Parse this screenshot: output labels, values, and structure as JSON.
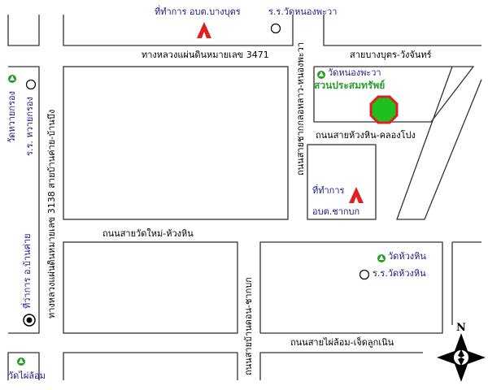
{
  "roads": {
    "hw3471": "ทางหลวงแผ่นดินหมายเลข 3471",
    "bangbut_wangchan": "สายบางบุตร-วังจันทร์",
    "hw3138": "ทางหลวงแผ่นดินหมายเลข  3138  สายบ้านค่าย-บ้านบึง",
    "chakklao_nongpawa": "ถนนสายชากกลอหลาว-หนองพะวา",
    "huaihin_khlongpong": "ถนนสายห้วงหิน-คลองโปง",
    "watmai_huaihin": "ถนนสายวัดใหม่-ห้วงหิน",
    "bandon_chakbok": "ถนนสายบ้านดอน-ชากบก",
    "phailom_jetlook": "ถนนสายไผ่ล้อม-เจ็ดลูกเนิน"
  },
  "places": {
    "office_bangbut": "ที่ทำการ  อบต.บางบุตร",
    "school_nongpawa": "ร.ร.วัดหนองพะวา",
    "wat_nongpawa": "วัดหนองพะวา",
    "garden": "สวนประสมทรัพย์",
    "office_chakbok_1": "ที่ทำการ",
    "office_chakbok_2": "อบต.ชากบก",
    "wat_huaihin": "วัดห้วงหิน",
    "school_huaihin": "ร.ร.วัดห้วงหิน",
    "wat_huaisai": "วัดหวายกรอง",
    "school_huaisai": "ร.ร. หวายกรอง",
    "office_bankhai": "ที่ว่าการ  อ.บ้านค่าย",
    "wat_phailom": "วัดไผ่ล้อม"
  },
  "compass": {
    "north_label": "N"
  },
  "colors": {
    "road_line": "#333333",
    "place_text": "#1a1a8c",
    "garden_text": "#2aa02a",
    "marker_red": "#e02020",
    "marker_green": "#1fbf1f"
  }
}
